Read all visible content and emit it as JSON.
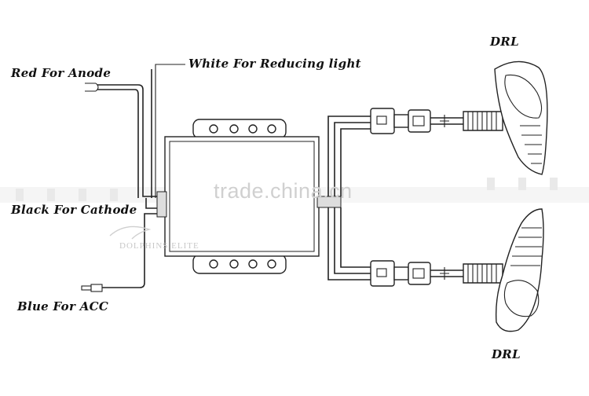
{
  "labels": {
    "red_anode": "Red For Anode",
    "white_reducing": "White For Reducing light",
    "black_cathode": "Black For Cathode",
    "blue_acc": "Blue For ACC",
    "drl_top": "DRL",
    "drl_bottom": "DRL"
  },
  "watermark": {
    "site": "trade.china.cn",
    "logo_text": "DOLPHINS ELITE"
  },
  "colors": {
    "line": "#222222",
    "watermark": "#d0d0d0",
    "background": "#ffffff"
  }
}
